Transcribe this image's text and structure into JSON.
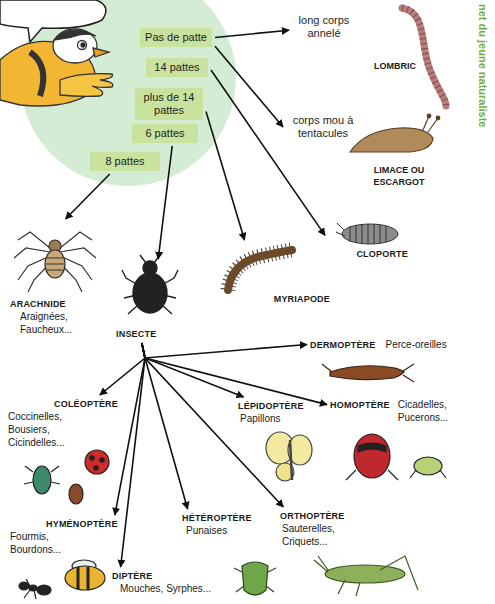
{
  "diagram": {
    "nodes": [
      {
        "text": [
          "Pas de patte"
        ]
      },
      {
        "text": [
          "14 pattes"
        ]
      },
      {
        "text": [
          "plus de 14 pattes"
        ]
      },
      {
        "text": [
          "6 pattes"
        ]
      },
      {
        "text": [
          "8 pattes"
        ]
      },
      {
        "text": [
          "long corps annelé"
        ]
      },
      {
        "text": [
          "corps mou à tentacules"
        ]
      },
      {
        "text": [
          "CLOPORTE"
        ]
      },
      {
        "text": [
          "MYRIAPODE"
        ]
      },
      {
        "text": [
          "INSECTE"
        ]
      },
      {
        "text": [
          "ARACHNIDE",
          "Araignées, Faucheux..."
        ]
      },
      {
        "text": [
          "DERMOPTÈRE",
          "Perce-oreilles"
        ]
      },
      {
        "text": [
          "COLÉOPTÈRE",
          "Coccinelles, Bousiers, Cicindelles..."
        ]
      },
      {
        "text": [
          "LÉPIDOPTÈRE",
          "Papillons"
        ]
      },
      {
        "text": [
          "HOMOPTÈRE",
          "Cicadelles, Pucerons..."
        ]
      },
      {
        "text": [
          "HYMÉNOPTÈRE",
          "Fourmis, Bourdons..."
        ]
      },
      {
        "text": [
          "HÉTÉROPTÈRE",
          "Punaises"
        ]
      },
      {
        "text": [
          "ORTHOPTÈRE",
          "Sauterelles, Criquets..."
        ]
      },
      {
        "text": [
          "DIPTÈRE",
          "Mouches, Syrphes..."
        ]
      }
    ],
    "edges": [
      {
        "from": 0,
        "to": 5,
        "arrow": "to"
      },
      {
        "from": 0,
        "to": 6,
        "arrow": "to"
      },
      {
        "from": 1,
        "to": 7,
        "arrow": "to"
      },
      {
        "from": 2,
        "to": 8,
        "arrow": "to"
      },
      {
        "from": 3,
        "to": 9,
        "arrow": "to"
      },
      {
        "from": 4,
        "to": 10,
        "arrow": "to"
      },
      {
        "from": 9,
        "to": 11,
        "arrow": "to"
      },
      {
        "from": 9,
        "to": 12,
        "arrow": "to"
      },
      {
        "from": 9,
        "to": 13,
        "arrow": "to"
      },
      {
        "from": 9,
        "to": 14,
        "arrow": "to"
      },
      {
        "from": 9,
        "to": 15,
        "arrow": "to"
      },
      {
        "from": 9,
        "to": 16,
        "arrow": "to"
      },
      {
        "from": 9,
        "to": 17,
        "arrow": "to"
      },
      {
        "from": 9,
        "to": 18,
        "arrow": "to"
      }
    ],
    "labels": [
      "LOMBRIC",
      "LIMACE OU ESCARGOT",
      "net du jeune naturaliste"
    ]
  }
}
